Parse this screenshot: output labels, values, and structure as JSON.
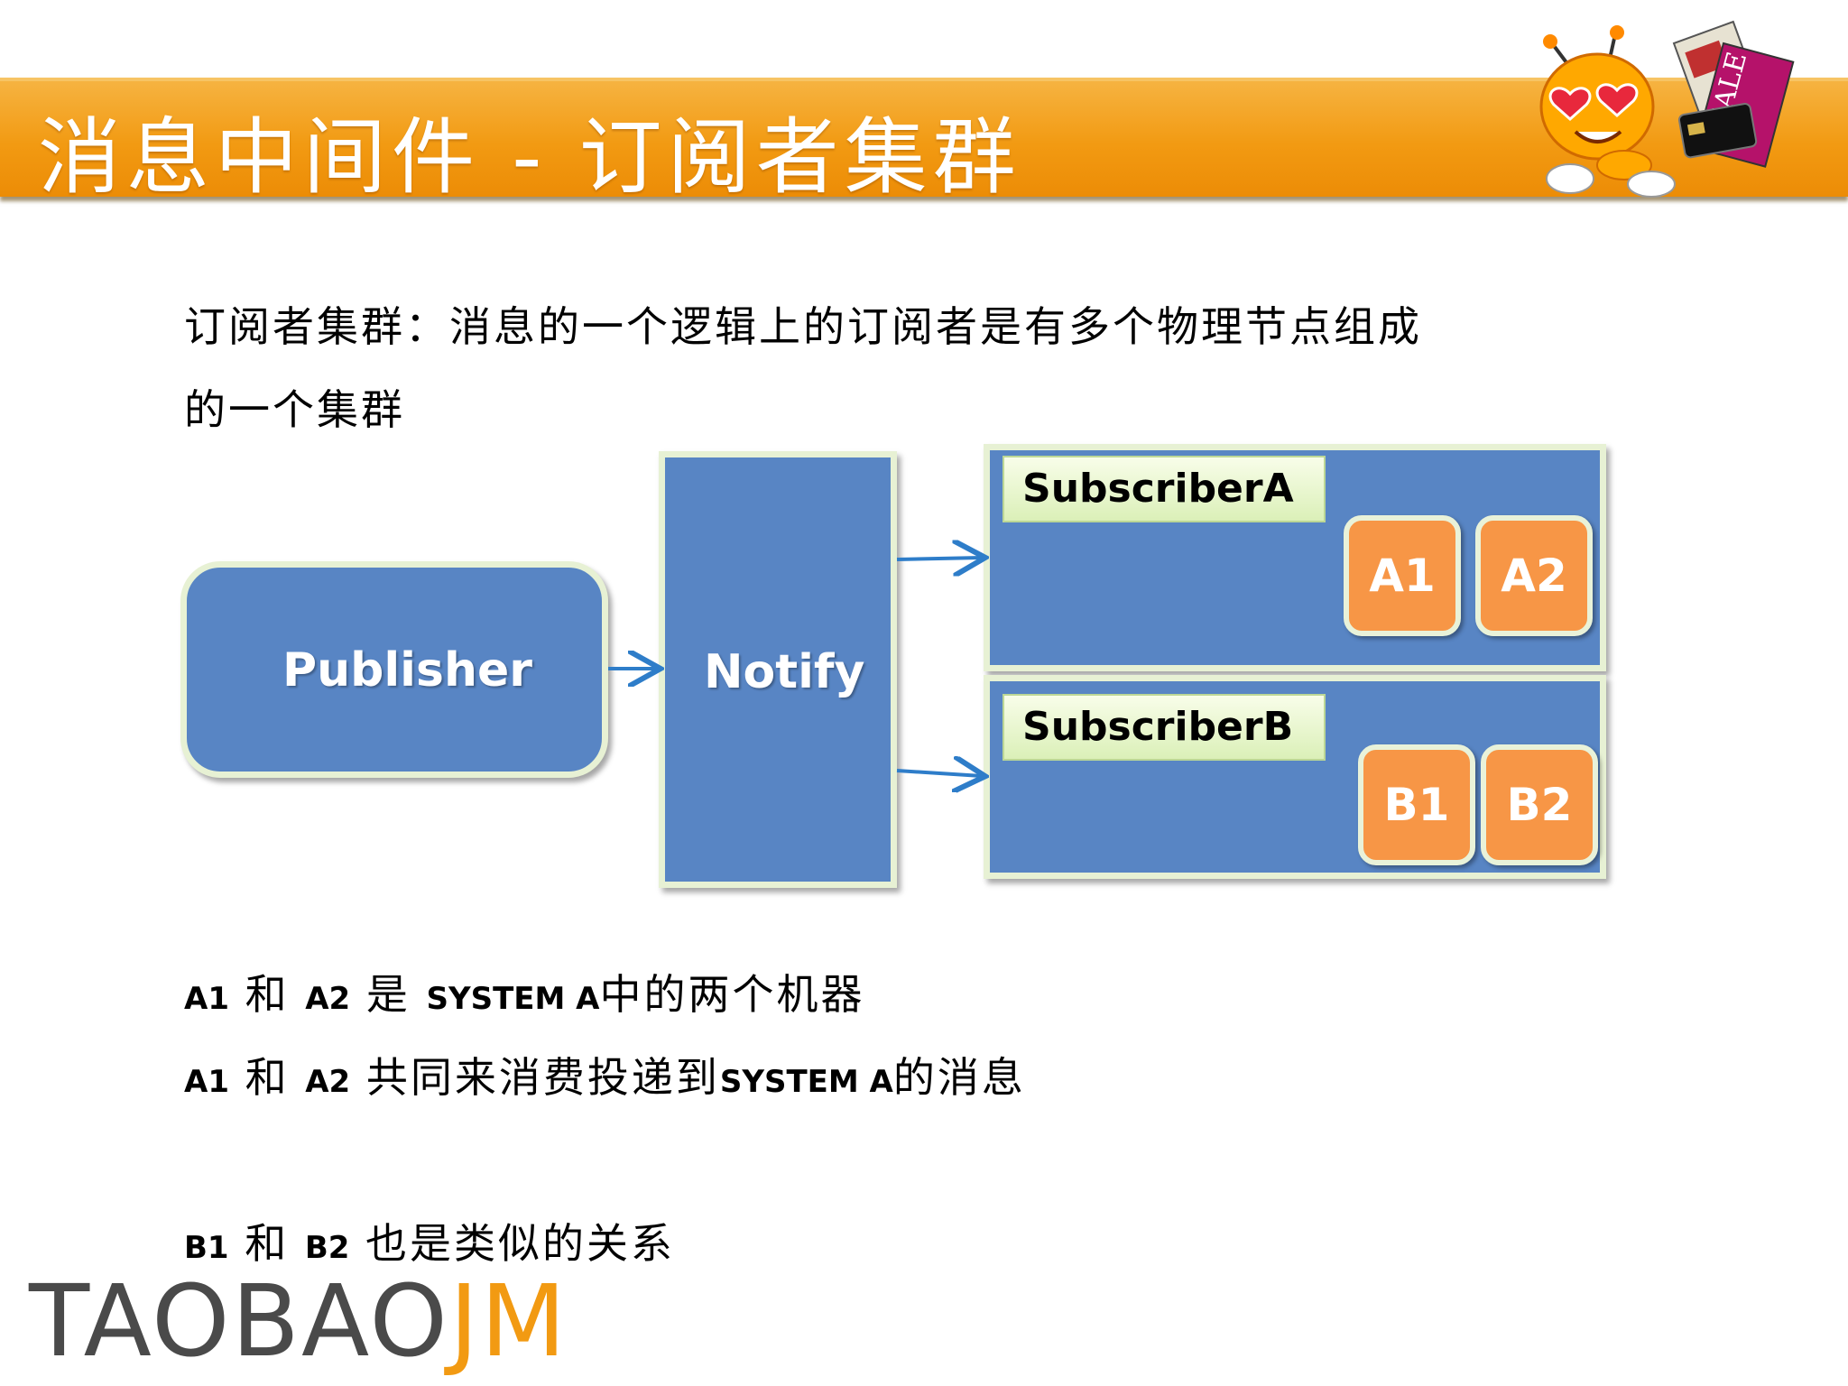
{
  "slide": {
    "title": "消息中间件 - 订阅者集群",
    "definition_line1": "订阅者集群：消息的一个逻辑上的订阅者是有多个物理节点组成",
    "definition_line2": "的一个集群"
  },
  "diagram": {
    "publisher": "Publisher",
    "notify": "Notify",
    "subscriber_a": {
      "label": "SubscriberA",
      "nodes": [
        "A1",
        "A2"
      ]
    },
    "subscriber_b": {
      "label": "SubscriberB",
      "nodes": [
        "B1",
        "B2"
      ]
    }
  },
  "notes": {
    "line1": {
      "a1": "A1",
      "and": "和",
      "a2": "A2",
      "is": "是",
      "system": "SYSTEM A",
      "rest": "中的两个机器"
    },
    "line2": {
      "a1": "A1",
      "and": "和",
      "a2": "A2",
      "mid": "共同来消费投递到",
      "system": "SYSTEM A",
      "rest": "的消息"
    },
    "line3": {
      "b1": "B1",
      "and": "和",
      "b2": "B2",
      "rest": "也是类似的关系"
    }
  },
  "logo": {
    "part1": "TAOBAO",
    "part2": "JM"
  },
  "colors": {
    "title_bar": "#f29a12",
    "box_fill": "#5885c4",
    "box_border": "#e7f1d4",
    "node_fill": "#f79646",
    "arrow": "#2e7dc9",
    "label_fill": "#e8f6cc"
  }
}
